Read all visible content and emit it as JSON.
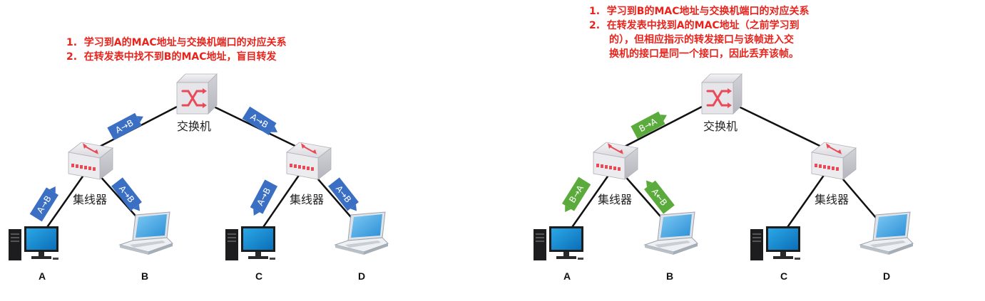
{
  "left": {
    "notes": [
      "1.  学习到A的MAC地址与交换机端口的对应关系",
      "2.  在转发表中找不到B的MAC地址，盲目转发"
    ],
    "switch_label": "交换机",
    "hub_left_label": "集线器",
    "hub_right_label": "集线器",
    "hosts": [
      "A",
      "B",
      "C",
      "D"
    ],
    "packets": [
      "A→B",
      "A→B",
      "A→B",
      "A→B",
      "A→B",
      "A→B"
    ],
    "packet_color": "#3a6fc4"
  },
  "right": {
    "notes": [
      "1.  学习到B的MAC地址与交换机端口的对应关系",
      "2.  在转发表中找到A的MAC地址（之前学习到",
      "的），但相应指示的转发接口与该帧进入交",
      "换机的接口是同一个接口，因此丢弃该帧。"
    ],
    "switch_label": "交换机",
    "hub_left_label": "集线器",
    "hub_right_label": "集线器",
    "hosts": [
      "A",
      "B",
      "C",
      "D"
    ],
    "packets": [
      "B→A",
      "B→A",
      "A←B"
    ],
    "packet_color": "#5aab3c"
  },
  "colors": {
    "note": "#e8231c",
    "accent_red": "#e84b57",
    "link": "#111111"
  }
}
